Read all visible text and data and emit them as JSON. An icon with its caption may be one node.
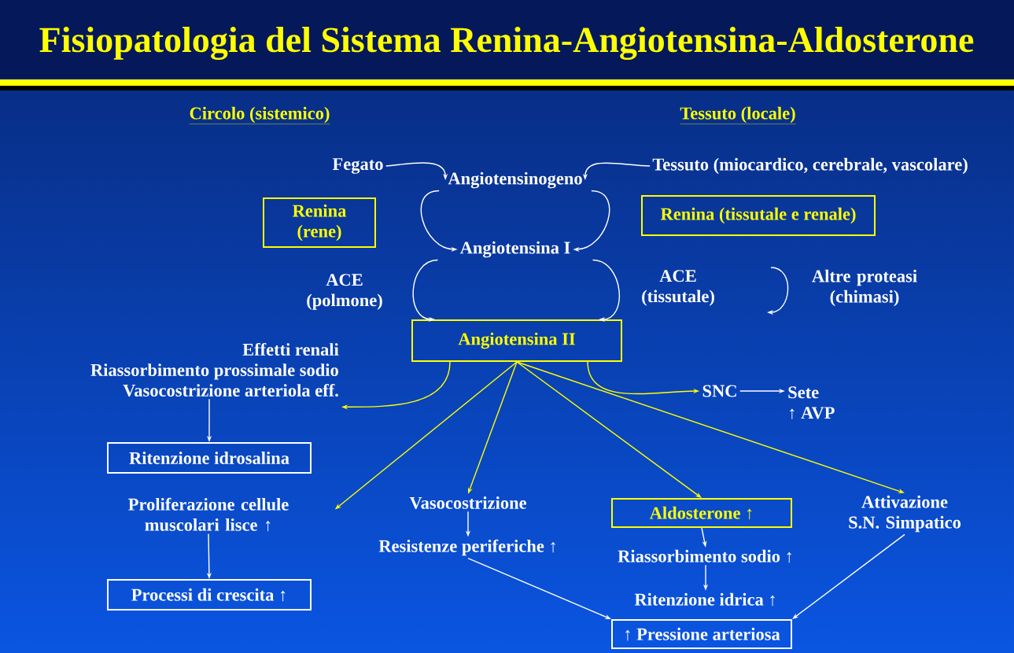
{
  "diagram": {
    "title": "Fisiopatologia del Sistema Renina-Angiotensina-Aldosterone",
    "nodes": [
      {
        "text": [
          "Fegato"
        ]
      },
      {
        "text": [
          "Angiotensinogeno"
        ]
      },
      {
        "text": [
          "Tessuto (miocardico, cerebrale, vascolare)"
        ]
      },
      {
        "text": [
          "Renina (rene)"
        ]
      },
      {
        "text": [
          "Angiotensina I"
        ]
      },
      {
        "text": [
          "Renina (tissutale e renale)"
        ]
      },
      {
        "text": [
          "Angiotensina II"
        ]
      },
      {
        "text": [
          "Effetti renali",
          "Riassorbimento prossimale sodio",
          "Vasocostrizione arteriola eff."
        ]
      },
      {
        "text": [
          "SNC"
        ]
      },
      {
        "text": [
          "Sete",
          "↑ AVP"
        ]
      },
      {
        "text": [
          "Ritenzione idrosalina"
        ]
      },
      {
        "text": [
          "Proliferazione cellule muscolari lisce ↑"
        ]
      },
      {
        "text": [
          "Processi di crescita ↑"
        ]
      },
      {
        "text": [
          "Vasocostrizione"
        ]
      },
      {
        "text": [
          "Resistenze periferiche ↑"
        ]
      },
      {
        "text": [
          "Aldosterone ↑"
        ]
      },
      {
        "text": [
          "Riassorbimento sodio ↑"
        ]
      },
      {
        "text": [
          "Ritenzione idrica ↑"
        ]
      },
      {
        "text": [
          "Attivazione S.N. Simpatico"
        ]
      },
      {
        "text": [
          "↑ Pressione arteriosa"
        ]
      }
    ],
    "edges": [
      {
        "from": 0,
        "to": 1,
        "arrow": "to"
      },
      {
        "from": 2,
        "to": 1,
        "arrow": "to"
      },
      {
        "from": 1,
        "to": 4,
        "arrow": "to"
      },
      {
        "from": 1,
        "to": 4,
        "arrow": "to"
      },
      {
        "from": 4,
        "to": 6,
        "arrow": "to"
      },
      {
        "from": 4,
        "to": 6,
        "arrow": "to"
      },
      {
        "from": 6,
        "to": 7,
        "arrow": "to",
        "color": "#ffff00"
      },
      {
        "from": 6,
        "to": 8,
        "arrow": "to",
        "color": "#ffff00"
      },
      {
        "from": 8,
        "to": 9,
        "arrow": "to"
      },
      {
        "from": 7,
        "to": 10,
        "arrow": "to"
      },
      {
        "from": 6,
        "to": 11,
        "arrow": "to",
        "color": "#ffff00"
      },
      {
        "from": 6,
        "to": 13,
        "arrow": "to",
        "color": "#ffff00"
      },
      {
        "from": 6,
        "to": 15,
        "arrow": "to",
        "color": "#ffff00"
      },
      {
        "from": 6,
        "to": 18,
        "arrow": "to",
        "color": "#ffff00"
      },
      {
        "from": 11,
        "to": 12,
        "arrow": "to"
      },
      {
        "from": 13,
        "to": 14,
        "arrow": "to"
      },
      {
        "from": 15,
        "to": 16,
        "arrow": "to"
      },
      {
        "from": 16,
        "to": 17,
        "arrow": "to"
      },
      {
        "from": 14,
        "to": 19,
        "arrow": "to"
      },
      {
        "from": 18,
        "to": 19,
        "arrow": "to"
      }
    ],
    "labels": [
      "Circolo (sistemico)",
      "Tessuto (locale)",
      "ACE (polmone)",
      "ACE (tissutale)",
      "Altre proteasi (chimasi)"
    ]
  }
}
